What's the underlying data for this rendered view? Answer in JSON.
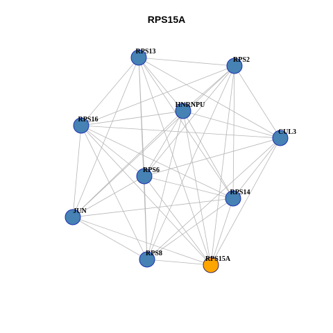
{
  "title": "RPS15A",
  "colors": {
    "node_fill": "#4682B4",
    "node_stroke": "#1c2fb0",
    "focus_fill": "#FFA500",
    "focus_stroke": "#3b2a5a",
    "edge": "#b5b5b5"
  },
  "nodes": [
    {
      "id": "RPS13",
      "label": "RPS13",
      "focus": false
    },
    {
      "id": "RPS2",
      "label": "RPS2",
      "focus": false
    },
    {
      "id": "HNRNPU",
      "label": "HNRNPU",
      "focus": false
    },
    {
      "id": "RPS16",
      "label": "RPS16",
      "focus": false
    },
    {
      "id": "CUL3",
      "label": "CUL3",
      "focus": false
    },
    {
      "id": "RPS6",
      "label": "RPS6",
      "focus": false
    },
    {
      "id": "RPS14",
      "label": "RPS14",
      "focus": false
    },
    {
      "id": "JUN",
      "label": "JUN",
      "focus": false
    },
    {
      "id": "RPS8",
      "label": "RPS8",
      "focus": false
    },
    {
      "id": "RPS15A",
      "label": "RPS15A",
      "focus": true
    }
  ],
  "edges": [
    [
      "RPS13",
      "RPS2"
    ],
    [
      "RPS13",
      "HNRNPU"
    ],
    [
      "RPS13",
      "RPS16"
    ],
    [
      "RPS13",
      "CUL3"
    ],
    [
      "RPS13",
      "RPS6"
    ],
    [
      "RPS13",
      "RPS14"
    ],
    [
      "RPS13",
      "JUN"
    ],
    [
      "RPS13",
      "RPS8"
    ],
    [
      "RPS13",
      "RPS15A"
    ],
    [
      "RPS2",
      "HNRNPU"
    ],
    [
      "RPS2",
      "RPS16"
    ],
    [
      "RPS2",
      "CUL3"
    ],
    [
      "RPS2",
      "RPS6"
    ],
    [
      "RPS2",
      "RPS14"
    ],
    [
      "RPS2",
      "JUN"
    ],
    [
      "RPS2",
      "RPS8"
    ],
    [
      "RPS2",
      "RPS15A"
    ],
    [
      "HNRNPU",
      "RPS16"
    ],
    [
      "HNRNPU",
      "CUL3"
    ],
    [
      "HNRNPU",
      "RPS6"
    ],
    [
      "HNRNPU",
      "RPS14"
    ],
    [
      "HNRNPU",
      "JUN"
    ],
    [
      "HNRNPU",
      "RPS8"
    ],
    [
      "HNRNPU",
      "RPS15A"
    ],
    [
      "RPS16",
      "CUL3"
    ],
    [
      "RPS16",
      "RPS6"
    ],
    [
      "RPS16",
      "RPS14"
    ],
    [
      "RPS16",
      "JUN"
    ],
    [
      "RPS16",
      "RPS8"
    ],
    [
      "RPS16",
      "RPS15A"
    ],
    [
      "CUL3",
      "RPS6"
    ],
    [
      "CUL3",
      "RPS14"
    ],
    [
      "CUL3",
      "RPS8"
    ],
    [
      "CUL3",
      "RPS15A"
    ],
    [
      "RPS6",
      "RPS14"
    ],
    [
      "RPS6",
      "JUN"
    ],
    [
      "RPS6",
      "RPS8"
    ],
    [
      "RPS6",
      "RPS15A"
    ],
    [
      "RPS14",
      "JUN"
    ],
    [
      "RPS14",
      "RPS8"
    ],
    [
      "RPS14",
      "RPS15A"
    ],
    [
      "JUN",
      "RPS8"
    ],
    [
      "JUN",
      "RPS15A"
    ],
    [
      "RPS8",
      "RPS15A"
    ]
  ]
}
